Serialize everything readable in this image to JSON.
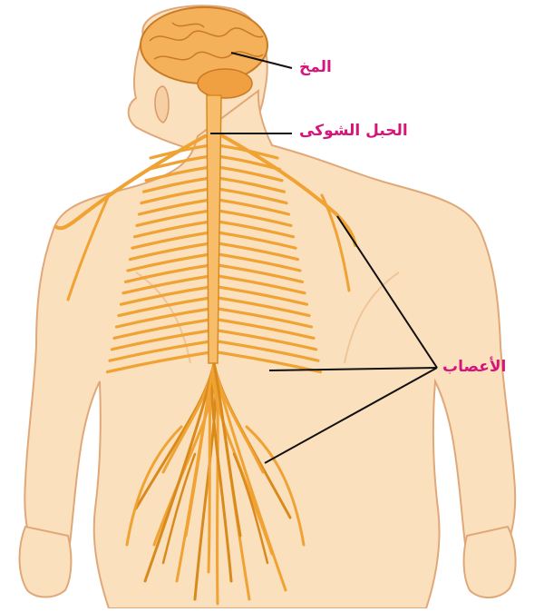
{
  "labels": {
    "brain": "المخ",
    "spinal_cord": "الحبل الشوكى",
    "nerves": "الأعصاب"
  },
  "colors": {
    "label_text": "#d6157a",
    "skin_fill": "#fbe0bd",
    "skin_outline": "#e0a878",
    "nerve": "#f0a233",
    "nerve_dark": "#d98a1c",
    "brain_fill": "#f5b05a",
    "leader_line": "#111111"
  }
}
